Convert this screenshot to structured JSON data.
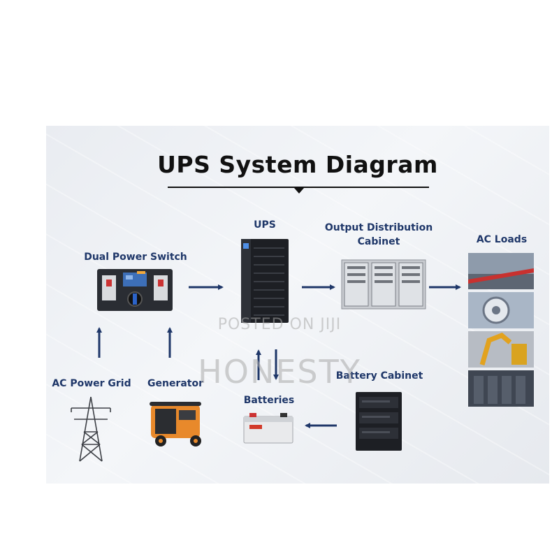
{
  "title": "UPS System Diagram",
  "labels": {
    "ups": "UPS",
    "output_cabinet_line1": "Output Distribution",
    "output_cabinet_line2": "Cabinet",
    "ac_loads": "AC Loads",
    "dual_switch": "Dual Power Switch",
    "ac_grid": "AC Power Grid",
    "generator": "Generator",
    "batteries": "Batteries",
    "battery_cabinet": "Battery Cabinet"
  },
  "watermark": {
    "line1": "POSTED ON JIJI",
    "line2": "HONESTY"
  },
  "colors": {
    "arrow": "#1f3769",
    "label": "#1f3769",
    "title": "#111111"
  }
}
